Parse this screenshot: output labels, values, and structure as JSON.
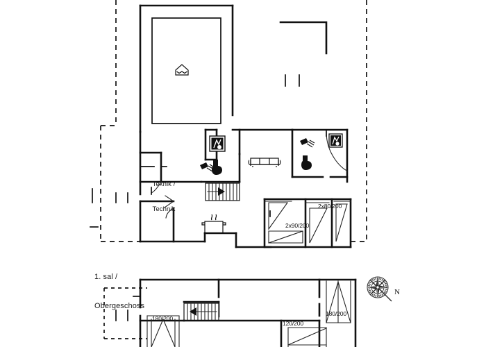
{
  "document": {
    "type": "architectural-floor-plan",
    "sheet_title": "",
    "drawing_style": "black-and-white line drawing"
  },
  "floors": [
    {
      "id": "ground-floor",
      "label": "",
      "rooms": [
        {
          "name": "Teknik / Technik",
          "label": "Teknik /\nTechnik",
          "label_line_1": "Teknik /",
          "label_line_2": "Technik"
        }
      ],
      "fixtures": [
        {
          "icon": "pool-icon",
          "name": "swimming-pool"
        },
        {
          "icon": "washing-machine-icon",
          "name": "washing-machine-utility"
        },
        {
          "icon": "shower-icon",
          "name": "shower"
        },
        {
          "icon": "toilet-icon",
          "name": "toilet"
        },
        {
          "icon": "stairs-icon",
          "name": "staircase-up"
        },
        {
          "icon": "sofa-icon",
          "name": "sofa"
        },
        {
          "icon": "cooking-pot-icon",
          "name": "kitchen-stove"
        },
        {
          "icon": "shower-icon",
          "name": "shower-bathroom-2"
        },
        {
          "icon": "toilet-icon",
          "name": "toilet-bathroom-2"
        },
        {
          "icon": "washing-machine-icon",
          "name": "washing-machine-bathroom-2"
        }
      ],
      "openings": [
        {
          "id": "door-2x90",
          "label": "2x90/200"
        },
        {
          "id": "door-2x80",
          "label": "2x80/200"
        }
      ]
    },
    {
      "id": "upper-floor",
      "label_line_1": "1. sal /",
      "label_line_2": "Obergeschoss",
      "rooms": [],
      "fixtures": [
        {
          "icon": "stairs-icon",
          "name": "staircase-down"
        }
      ],
      "openings": [
        {
          "id": "door-180-left",
          "label": "180/200"
        },
        {
          "id": "door-180-right",
          "label": "180/200"
        },
        {
          "id": "door-120",
          "label": "120/200"
        }
      ]
    }
  ],
  "compass": {
    "name": "compass-rose",
    "north_label": "N"
  },
  "colors": {
    "wall": "#111111",
    "background": "#ffffff",
    "text": "#1a1a1a"
  }
}
